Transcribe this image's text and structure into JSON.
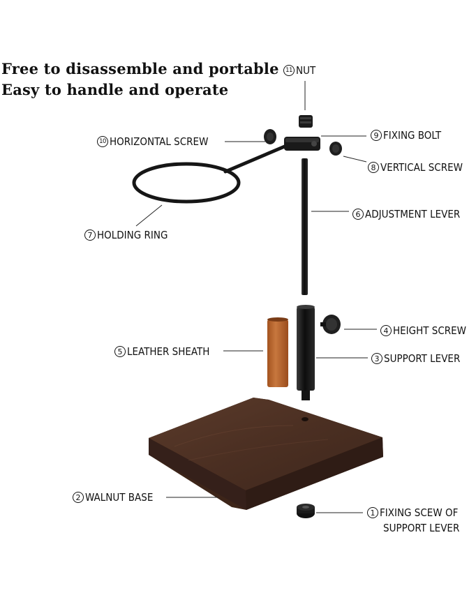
{
  "headline": {
    "line1": "Free to disassemble and portable",
    "line2": "Easy to handle and operate"
  },
  "parts": [
    {
      "id": "nut",
      "number": "11",
      "name": "NUT"
    },
    {
      "id": "fixing-bolt",
      "number": "9",
      "name": "FIXING BOLT"
    },
    {
      "id": "horizontal-screw",
      "number": "10",
      "name": "HORIZONTAL SCREW"
    },
    {
      "id": "vertical-screw",
      "number": "8",
      "name": "VERTICAL SCREW"
    },
    {
      "id": "adjustment-lever",
      "number": "6",
      "name": "ADJUSTMENT LEVER"
    },
    {
      "id": "holding-ring",
      "number": "7",
      "name": "HOLDING RING"
    },
    {
      "id": "height-screw",
      "number": "4",
      "name": "HEIGHT SCREW"
    },
    {
      "id": "leather-sheath",
      "number": "5",
      "name": "LEATHER SHEATH"
    },
    {
      "id": "support-lever",
      "number": "3",
      "name": "SUPPORT LEVER"
    },
    {
      "id": "walnut-base",
      "number": "2",
      "name": "WALNUT BASE"
    },
    {
      "id": "fixing-screw",
      "number": "1",
      "name": "FIXING SCEW OF",
      "name_line2": "SUPPORT LEVER"
    }
  ],
  "colors": {
    "metal": "#1c1c1c",
    "walnut": "#4a2f22",
    "walnut_top": "#5a3a2a",
    "leather": "#b5652e"
  }
}
